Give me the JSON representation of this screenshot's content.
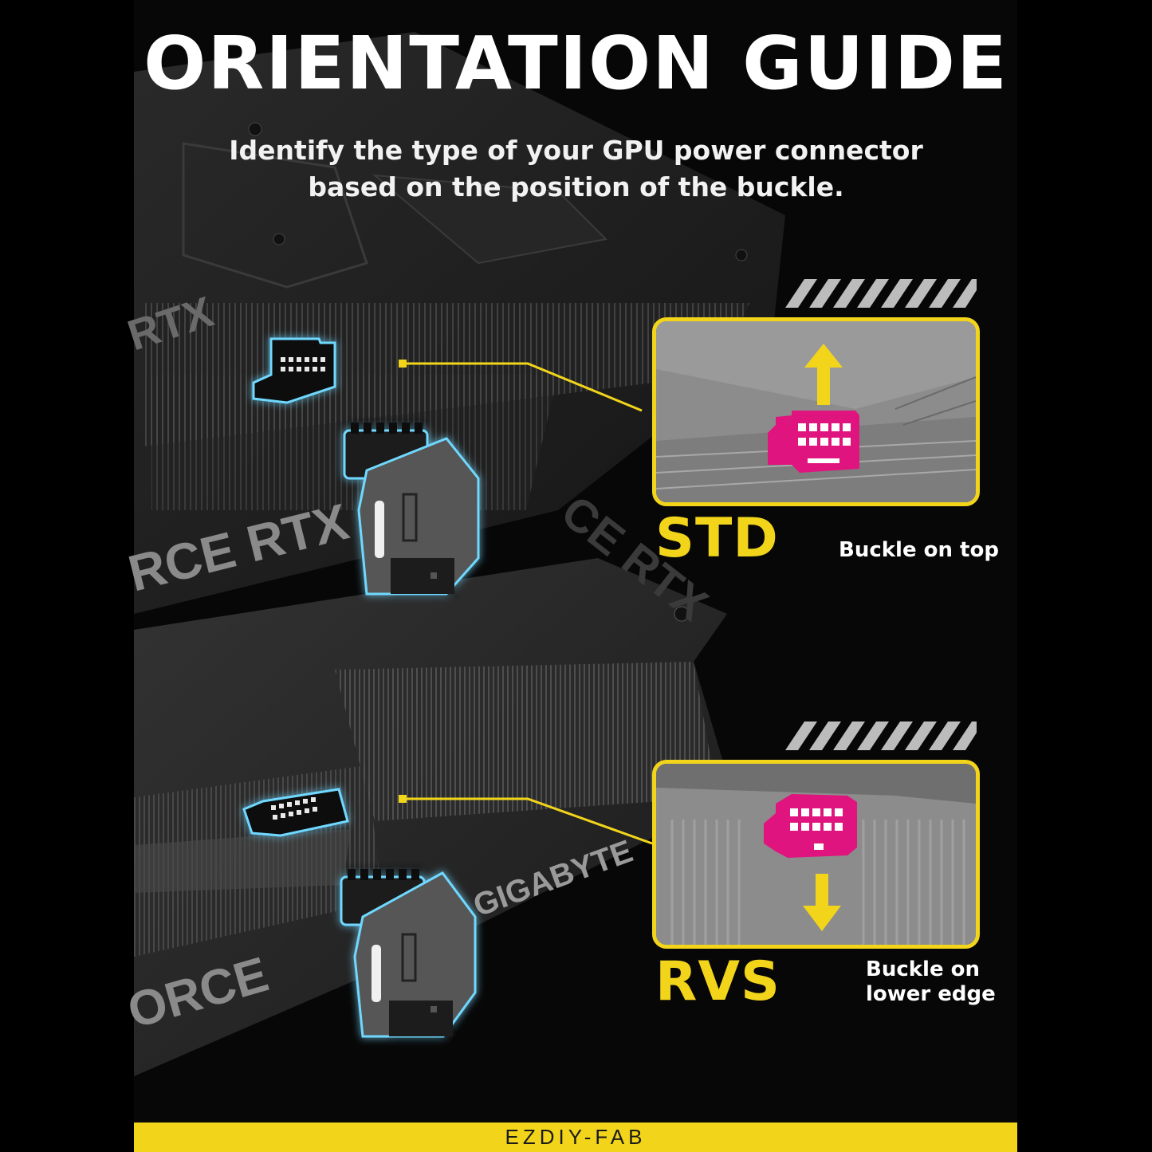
{
  "title": "ORIENTATION GUIDE",
  "subtitle_line1": "Identify the type of your GPU power connector",
  "subtitle_line2": "based on the position of the buckle.",
  "card_labels": {
    "top_card_side": "RTX",
    "top_card_front": "RCE RTX",
    "top_card_rear": "CE RTX",
    "bottom_card_brand": "GIGABYTE",
    "bottom_card_front": "ORCE"
  },
  "types": [
    {
      "code": "STD",
      "description_line1": "Buckle on top",
      "description_line2": "",
      "arrow": "up"
    },
    {
      "code": "RVS",
      "description_line1": "Buckle on",
      "description_line2": "lower edge",
      "arrow": "down"
    }
  ],
  "footer_brand": "EZDIY-FAB",
  "colors": {
    "accent_yellow": "#f2d51b",
    "connector_pink": "#e0147e",
    "glow_cyan": "#6fd8ff",
    "background": "#000000"
  },
  "icons": [
    "arrow-up-icon",
    "arrow-down-icon",
    "adapter-connector-icon",
    "gpu-socket-icon",
    "hazard-stripes-icon"
  ]
}
